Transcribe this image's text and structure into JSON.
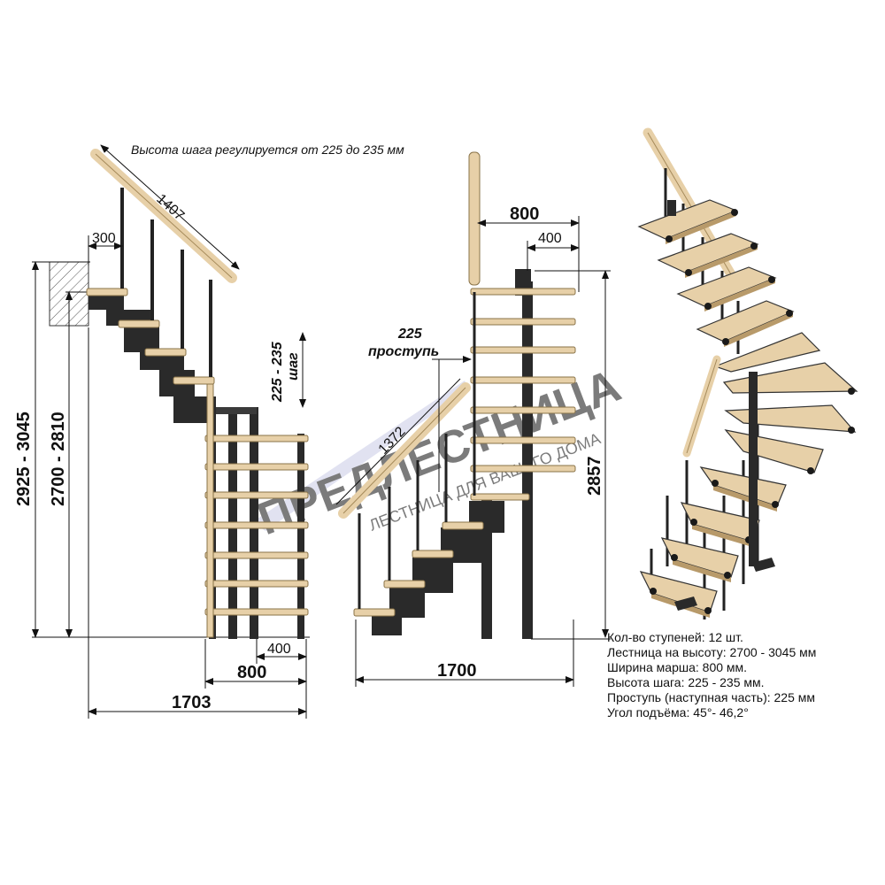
{
  "note": "Высота шага регулируется от 225 до 235 мм",
  "watermark": {
    "brand": "ПРЕДЛЕСТНИЦА",
    "tagline": "ЛЕСТНИЦА ДЛЯ ВАШЕГО ДОМА",
    "color": "#f2b170"
  },
  "colors": {
    "wood": "#e7d0a8",
    "wood_dark": "#b89a6a",
    "metal": "#222222"
  },
  "dims_left": {
    "handrail_len": "1407",
    "offset_top": "300",
    "height_outer": "2925 - 3045",
    "height_inner": "2700 - 2810",
    "step_h": "225 - 235",
    "step_word": "шаг",
    "w_small": "400",
    "w_mid": "800",
    "w_total": "1703"
  },
  "dims_mid": {
    "width_top": "800",
    "half_top": "400",
    "tread_num": "225",
    "tread_word": "проступь",
    "rail_len": "1372",
    "height": "2857",
    "w_total": "1700"
  },
  "specs": [
    "Кол-во ступеней: 12 шт.",
    "Лестница на высоту: 2700 - 3045 мм",
    "Ширина марша: 800 мм.",
    "Высота шага: 225 - 235 мм.",
    "Проступь (наступная часть): 225 мм",
    "Угол подъёма: 45°- 46,2°"
  ]
}
